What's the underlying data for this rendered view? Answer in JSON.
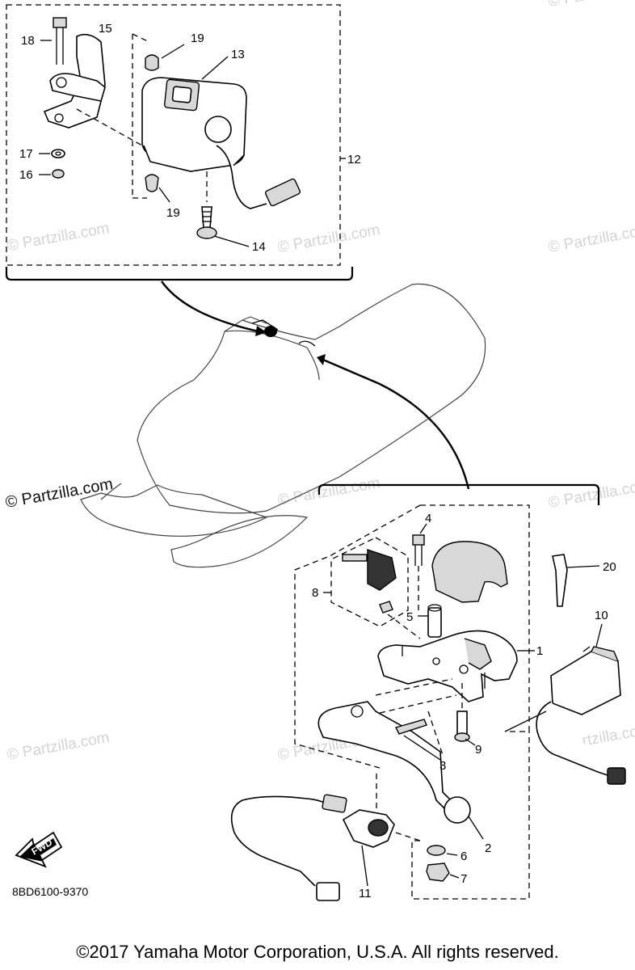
{
  "callouts": {
    "c1": "1",
    "c2": "2",
    "c3": "3",
    "c4": "4",
    "c5": "5",
    "c6": "6",
    "c7": "7",
    "c8": "8",
    "c9": "9",
    "c10": "10",
    "c11": "11",
    "c12": "12",
    "c13": "13",
    "c14": "14",
    "c15": "15",
    "c16": "16",
    "c17": "17",
    "c18": "18",
    "c19a": "19",
    "c19b": "19",
    "c20": "20"
  },
  "watermark": "© Partzilla.com",
  "fwd_label": "FWD",
  "part_code": "8BD6100-9370",
  "copyright": "©2017 Yamaha Motor Corporation, U.S.A. All rights reserved.",
  "icons": [
    "fwd-arrow-icon",
    "copyright-icon"
  ],
  "colors": {
    "ink": "#000000",
    "watermark": "#d4d4d4",
    "background": "#ffffff"
  }
}
